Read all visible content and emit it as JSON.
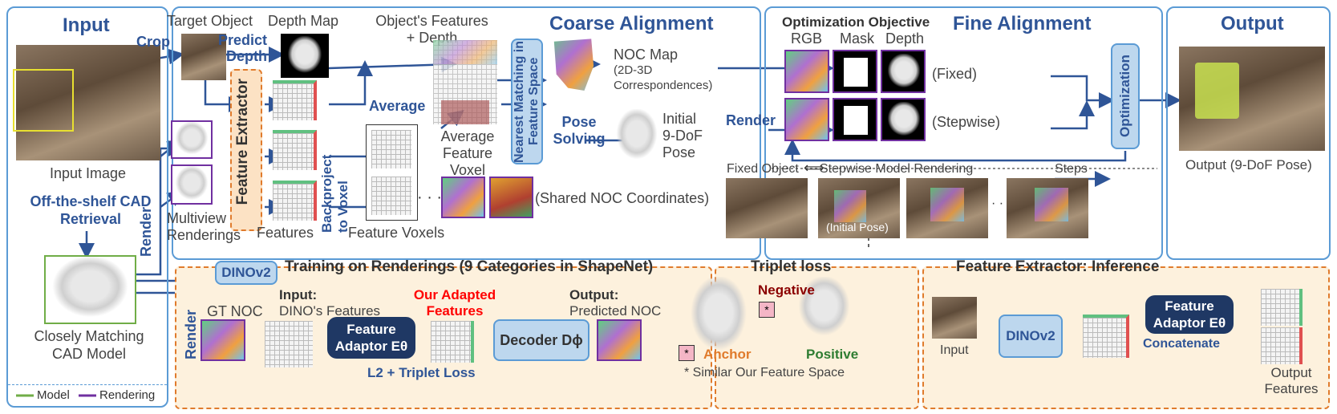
{
  "titles": {
    "input": "Input",
    "coarse": "Coarse Alignment",
    "fine": "Fine Alignment",
    "output": "Output",
    "training": "Training on Renderings (9 Categories in ShapeNet)",
    "triplet": "Triplet loss",
    "inference": "Feature Extractor: Inference"
  },
  "input_panel": {
    "input_image": "Input Image",
    "retrieval": "Off-the-shelf CAD Retrieval",
    "cad_model": "Closely Matching CAD Model",
    "legend_model": "Model",
    "legend_rendering": "Rendering"
  },
  "coarse_panel": {
    "crop": "Crop",
    "target_object": "Target Object",
    "depth_map": "Depth Map",
    "predict_depth": "Predict Depth",
    "objects_features": "Object's Features + Depth",
    "feature_extractor": "Feature Extractor",
    "average": "Average",
    "average_voxel": "Average Feature Voxel",
    "nearest_matching": "Nearest Matching in Feature Space",
    "noc_map": "NOC Map",
    "noc_sub": "(2D-3D Correspondences)",
    "pose_solving": "Pose Solving",
    "initial_pose": "Initial 9-DoF Pose",
    "render": "Render",
    "backproject": "Backproject to Voxel",
    "multiview": "Multiview Renderings",
    "features": "Features",
    "feature_voxels": "Feature Voxels",
    "shared_noc": "(Shared NOC Coordinates)",
    "ellipsis": "· · ·"
  },
  "fine_panel": {
    "objective": "Optimization Objective",
    "rgb": "RGB",
    "mask": "Mask",
    "depth": "Depth",
    "fixed": "(Fixed)",
    "stepwise": "(Stepwise)",
    "optimization": "Optimization",
    "render": "Render",
    "fixed_object": "Fixed Object",
    "stepwise_rendering": "Stepwise Model Rendering",
    "steps": "Steps",
    "initial_pose": "(Initial Pose)",
    "ellipsis": "· · ·"
  },
  "output_panel": {
    "caption": "Output (9-DoF Pose)"
  },
  "training_panel": {
    "render": "Render",
    "dinov2": "DINOv2",
    "gt_noc": "GT NOC",
    "input": "Input:",
    "dino_features": "DINO's Features",
    "adaptor": "Feature Adaptor Eθ",
    "our_adapted": "Our Adapted Features",
    "decoder": "Decoder Dϕ",
    "output": "Output:",
    "predicted_noc": "Predicted NOC",
    "loss": "L2 + Triplet Loss"
  },
  "triplet_panel": {
    "negative": "Negative",
    "anchor": "Anchor",
    "positive": "Positive",
    "note": "* Similar Our Feature Space",
    "star": "*"
  },
  "inference_panel": {
    "input": "Input",
    "dinov2": "DINOv2",
    "adaptor": "Feature Adaptor Eθ",
    "concatenate": "Concatenate",
    "output_features": "Output Features"
  },
  "colors": {
    "panel_border": "#5b9bd5",
    "title_blue": "#2f5597",
    "dashed_border": "#e07b2c",
    "dashed_fill": "#fdf1dd",
    "dark_box": "#1f3864",
    "light_box": "#bdd7ee",
    "model_green": "#70ad47",
    "rendering_purple": "#7030a0",
    "adapted_red": "#ff0000",
    "anchor_orange": "#e07b2c",
    "negative_red": "#8b0000",
    "positive_green": "#2e7d32"
  }
}
